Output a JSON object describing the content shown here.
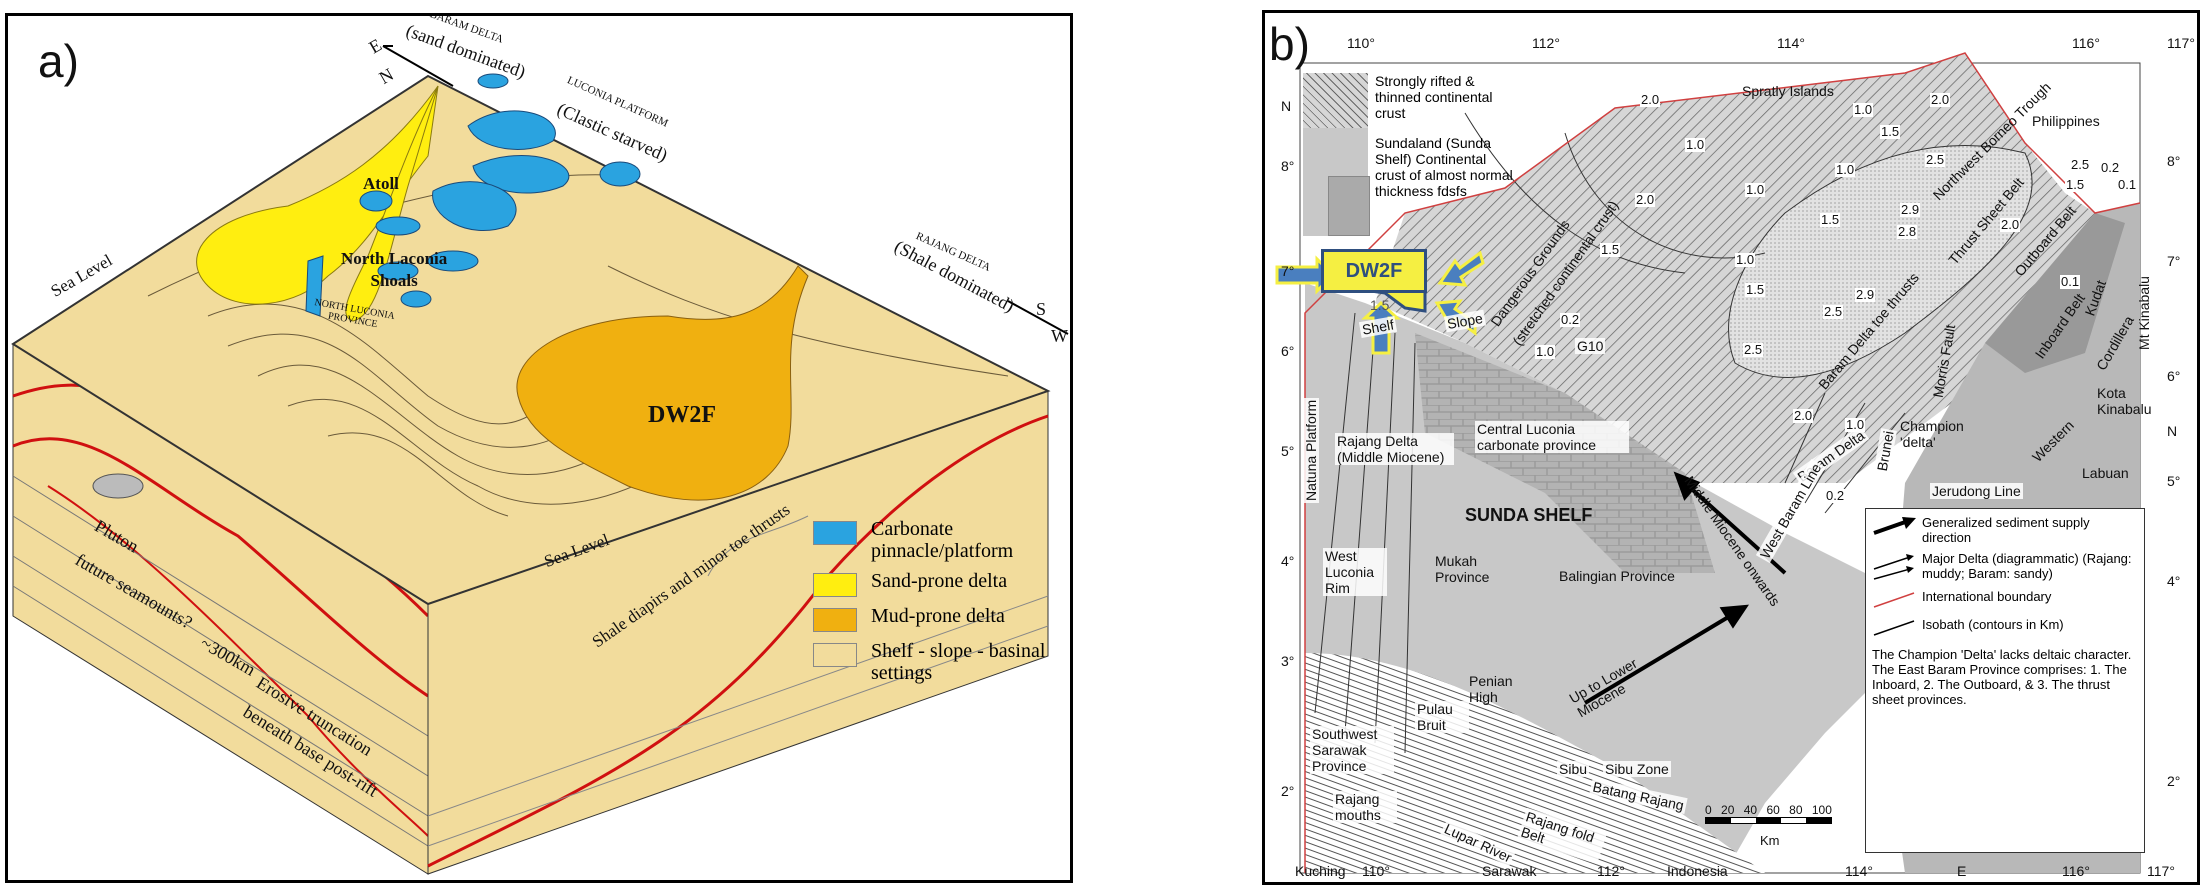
{
  "panel_a": {
    "letter": "a)",
    "compass": {
      "e": "E",
      "n": "N",
      "s": "S",
      "w": "W"
    },
    "labels": {
      "baram_delta": "BARAM DELTA",
      "baram_delta_note": "(sand dominated)",
      "luconia_platform": "LUCONIA PLATFORM",
      "luconia_note": "(Clastic starved)",
      "rajang_delta": "RAJANG DELTA",
      "rajang_note": "(Shale dominated)",
      "atoll": "Atoll",
      "north_luconia_shoals": "North Laconia\nShoals",
      "north_luconia_province": "NORTH LUCONIA\nPROVINCE",
      "sea_level_top": "Sea Level",
      "sea_level_front": "Sea Level",
      "dw2f": "DW2F",
      "pluton": "Pluton",
      "future_seamounts": "future seamounts?",
      "distance": "~300km",
      "erosive": "Erosive truncation",
      "beneath": "beneath base post-rift",
      "shale_diapirs": "Shale diapirs and minor toe thrusts"
    },
    "legend": [
      {
        "label": "Carbonate pinnacle/platform",
        "color": "#2aa3e0"
      },
      {
        "label": "Sand-prone delta",
        "color": "#ffee10"
      },
      {
        "label": "Mud-prone delta",
        "color": "#f0b010"
      },
      {
        "label": "Shelf - slope - basinal settings",
        "color": "#f2dc9c"
      }
    ],
    "colors": {
      "surface": "#f2dc9c",
      "sand_delta": "#ffee10",
      "mud_delta": "#f0b010",
      "carbonate": "#2aa3e0",
      "fault": "#d01010"
    }
  },
  "panel_b": {
    "letter": "b)",
    "lon_ticks": [
      "110°",
      "112°",
      "114°",
      "116°",
      "117°"
    ],
    "lat_ticks_left": [
      "N",
      "8°",
      "7°",
      "6°",
      "5°",
      "4°",
      "3°",
      "2°"
    ],
    "lat_ticks_right": [
      "8°",
      "7°",
      "6°",
      "N",
      "5°",
      "4°",
      "2°"
    ],
    "bottom_ticks": [
      "110°",
      "112°",
      "114°",
      "E",
      "116°",
      "117°"
    ],
    "crust_legend": [
      {
        "label": "Strongly rifted & thinned continental crust",
        "pattern": "hatched"
      },
      {
        "label": "Sundaland (Sunda Shelf) Continental crust of almost normal thickness fdsfs",
        "pattern": "grey-brick"
      }
    ],
    "dw2f_box": "DW2F",
    "dw2f_contour": "1.5",
    "labels": {
      "spratly": "Spratly Islands",
      "philippines": "Philippines",
      "nw_borneo_trough": "Northwest Borneo Trough",
      "thrust_sheet_belt": "Thrust Sheet Belt",
      "outboard_belt": "Outboard Belt",
      "inboard_belt": "Inboard Belt",
      "kudat": "Kudat",
      "cordillera": "Cordillera",
      "mt_kinabalu": "Mt Kinabalu",
      "kota_kinabalu": "Kota Kinabalu",
      "labuan": "Labuan",
      "western": "Western",
      "champion": "Champion 'delta'",
      "morris_fault": "Morris Fault",
      "baram_toe": "Baram Delta toe thrusts",
      "dangerous_grounds": "Dangerous Grounds",
      "stretched_crust": "(stretched continental crust)",
      "g10": "G10",
      "baram_delta": "Baram Delta",
      "west_baram_line": "West Baram Line",
      "brunei": "Brunei",
      "jerudong": "Jerudong Line",
      "central_luconia": "Central Luconia carbonate province",
      "rajang_delta": "Rajang Delta (Middle Miocene)",
      "natuna": "Natuna Platform",
      "west_luconia_rim": "West Luconia Rim",
      "sunda_shelf": "SUNDA SHELF",
      "mukah": "Mukah Province",
      "balingian": "Balingian Province",
      "middle_miocene": "Middle Miocene onwards",
      "up_to_lower": "Up to Lower Miocene",
      "penian": "Penian High",
      "pulau_bruit": "Pulau Bruit",
      "sw_sarawak": "Southwest Sarawak Province",
      "rajang_mouths": "Rajang mouths",
      "sibu": "Sibu",
      "sibu_zone": "Sibu Zone",
      "batang_rajang": "Batang Rajang",
      "rajang_fold": "Rajang fold Belt",
      "lupar": "Lupar River",
      "kuching": "Kuching",
      "sarawak": "Sarawak",
      "indonesia": "Indonesia",
      "shelf_label": "Slope",
      "shelf_inliner": "Shelf",
      "km": "Km",
      "scale": [
        "0",
        "20",
        "40",
        "60",
        "80",
        "100"
      ]
    },
    "contours": [
      "2.0",
      "1.0",
      "1.0",
      "1.0",
      "1.5",
      "1.0",
      "1.5",
      "2.0",
      "1.5",
      "2.5",
      "2.0",
      "1.5",
      "1.0",
      "2.5",
      "2.9",
      "2.8",
      "2.5",
      "2.9",
      "2.5",
      "1.5",
      "2.0",
      "0.2",
      "0.1",
      "0.1",
      "2.0",
      "1.0",
      "0.2",
      "1.0",
      "0.2"
    ],
    "legend": [
      {
        "label": "Generalized sediment supply direction",
        "symbol": "thick-arrow"
      },
      {
        "label": "Major Delta (diagrammatic) (Rajang: muddy; Baram: sandy)",
        "symbol": "thin-arrows"
      },
      {
        "label": "International boundary",
        "symbol": "red-line"
      },
      {
        "label": "Isobath (contours in Km)",
        "symbol": "black-line"
      }
    ],
    "note": "The Champion 'Delta' lacks deltaic character. The East Baram Province comprises: 1. The Inboard, 2. The Outboard, & 3. The thrust sheet provinces.",
    "colors": {
      "land": "#c8c8c8",
      "dark_land": "#a8a8a8",
      "hatch": "#7a7a7a",
      "highlight": "#f5ef42",
      "arrow": "#4a7fbf",
      "boundary": "#d04040"
    }
  }
}
